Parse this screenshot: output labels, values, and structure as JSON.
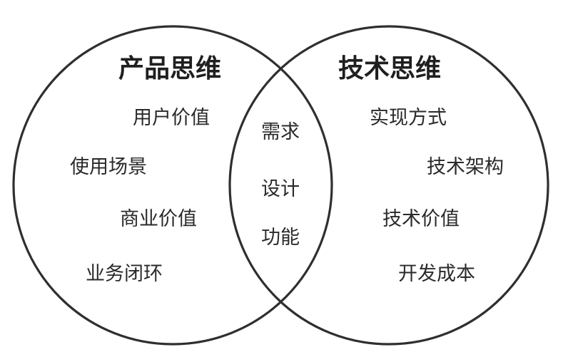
{
  "left_set": {
    "title": "产品思维",
    "items": [
      "用户价值",
      "使用场景",
      "商业价值",
      "业务闭环"
    ]
  },
  "right_set": {
    "title": "技术思维",
    "items": [
      "实现方式",
      "技术架构",
      "技术价值",
      "开发成本"
    ]
  },
  "overlap": {
    "items": [
      "需求",
      "设计",
      "功能"
    ]
  },
  "colors": {
    "stroke": "#2f2f2f",
    "text": "#2a2a2a",
    "background": "#ffffff"
  }
}
